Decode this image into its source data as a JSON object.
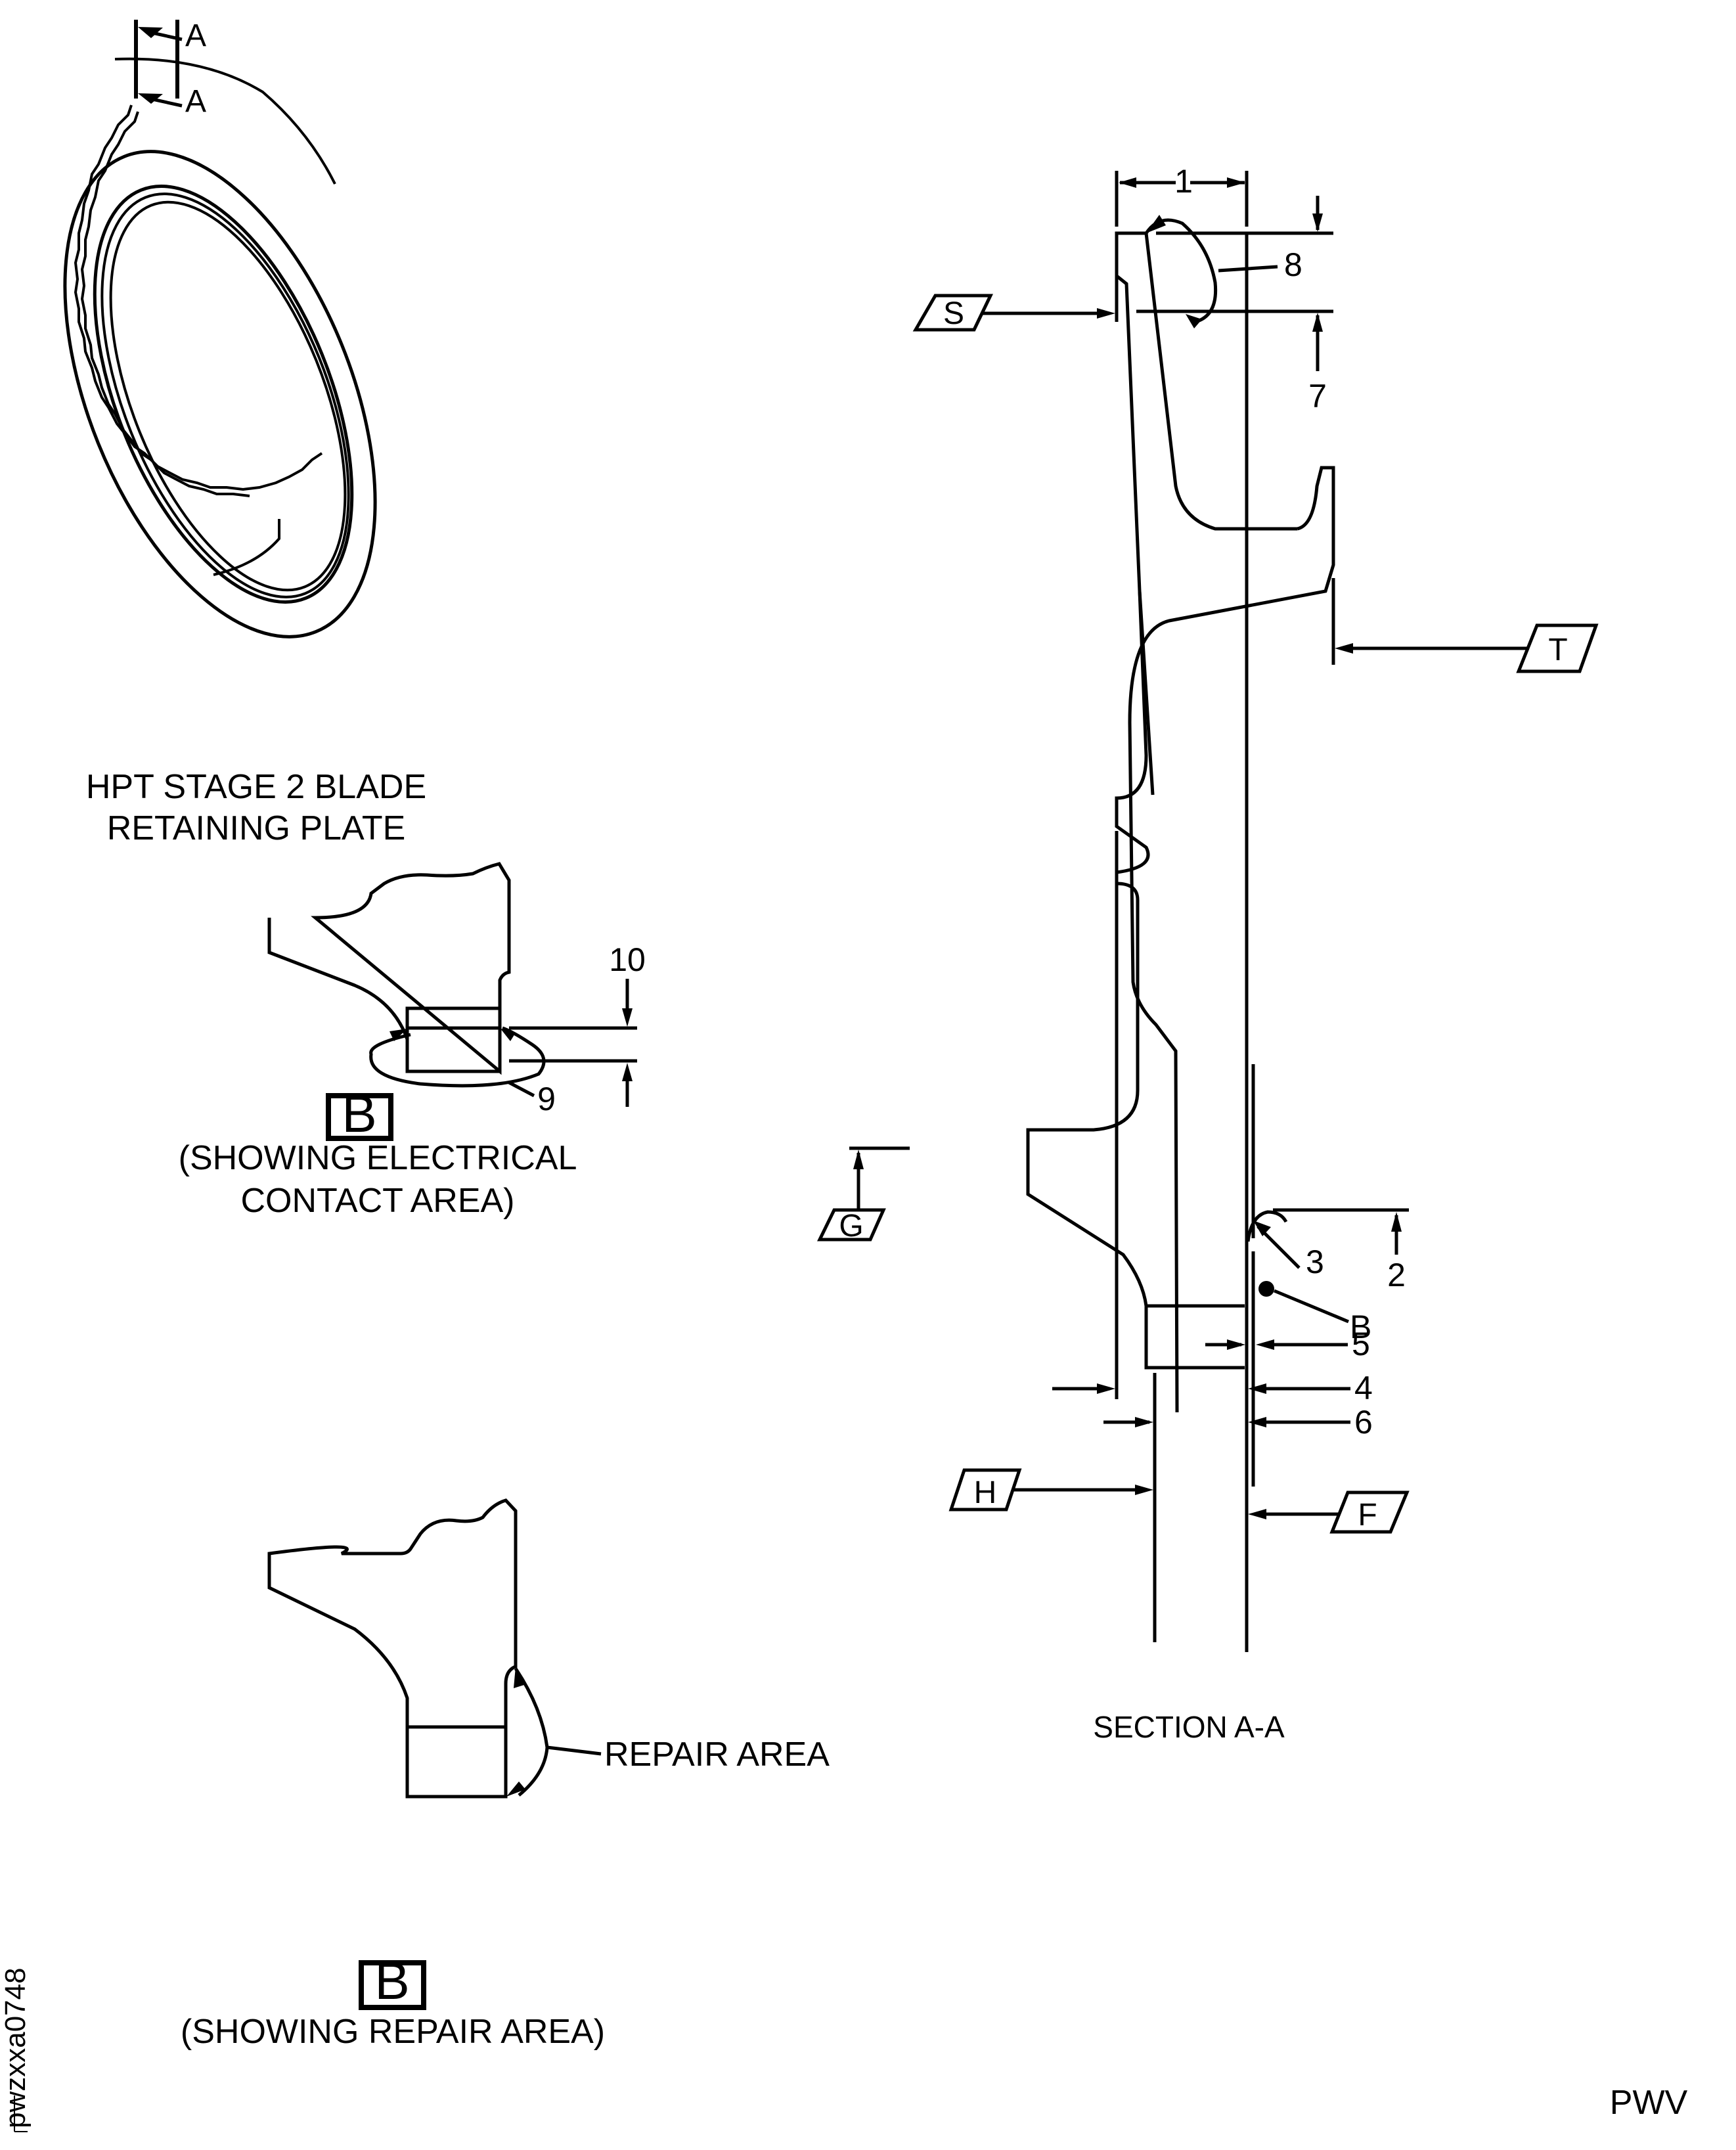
{
  "figure": {
    "part_title_line1": "HPT STAGE 2 BLADE",
    "part_title_line2": "RETAINING PLATE",
    "section_cut_labels": [
      "A",
      "A"
    ],
    "section_title": "SECTION A-A",
    "figure_id": "pwzxxa0748",
    "footer_code": "PWV"
  },
  "section_view": {
    "dimension_callouts": [
      "1",
      "2",
      "3",
      "4",
      "5",
      "6",
      "7",
      "8"
    ],
    "datums": [
      "S",
      "T",
      "G",
      "H",
      "F"
    ],
    "detail_reference": "B"
  },
  "detail_views": [
    {
      "label": "B",
      "caption_line1": "(SHOWING ELECTRICAL",
      "caption_line2": "CONTACT AREA)",
      "callouts": [
        "9",
        "10"
      ]
    },
    {
      "label": "B",
      "caption": "(SHOWING REPAIR AREA)",
      "annotation": "REPAIR AREA"
    }
  ]
}
